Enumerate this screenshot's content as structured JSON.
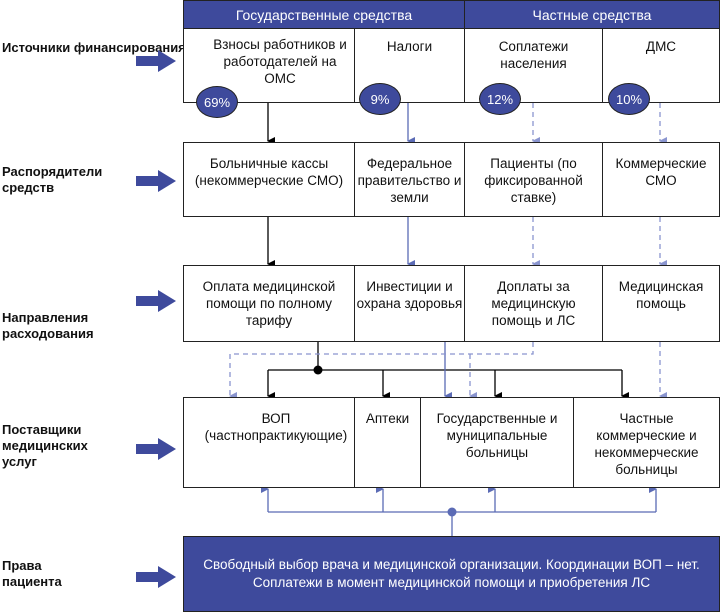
{
  "header": {
    "public": "Государственные средства",
    "private": "Частные средства"
  },
  "row_labels": {
    "sources": "Источники финансирования",
    "distributors": "Распорядители средств",
    "spending": "Направления расходования",
    "providers": "Поставщики медицинских услуг",
    "rights": "Права пациента"
  },
  "sources": {
    "c1": "Взносы работников и работодателей на ОМС",
    "c2": "Налоги",
    "c3": "Соплатежи населения",
    "c4": "ДМС",
    "p1": "69%",
    "p2": "9%",
    "p3": "12%",
    "p4": "10%"
  },
  "distributors": {
    "c1": "Больничные кассы (некоммерческие СМО)",
    "c2": "Федеральное правительство и земли",
    "c3": "Пациенты (по фиксированной ставке)",
    "c4": "Коммерческие СМО"
  },
  "spending": {
    "c1": "Оплата медицинской помощи по полному тарифу",
    "c2": "Инвестиции и охрана здоровья",
    "c3": "Доплаты за медицинскую помощь и ЛС",
    "c4": "Медицинская помощь"
  },
  "providers": {
    "c1": "ВОП (частнопрактикующие)",
    "c2": "Аптеки",
    "c3": "Государственные и муниципальные больницы",
    "c4": "Частные коммерческие и некоммерческие больницы"
  },
  "rights": {
    "text": "Свободный выбор врача и медицинской организации. Координации ВОП – нет. Соплатежи в момент медицинской помощи и приобретения ЛС"
  },
  "colors": {
    "accent": "#3e4a9c",
    "public_line": "#000000",
    "state_line": "#5b6bb5",
    "private_line": "#8a95cf"
  }
}
